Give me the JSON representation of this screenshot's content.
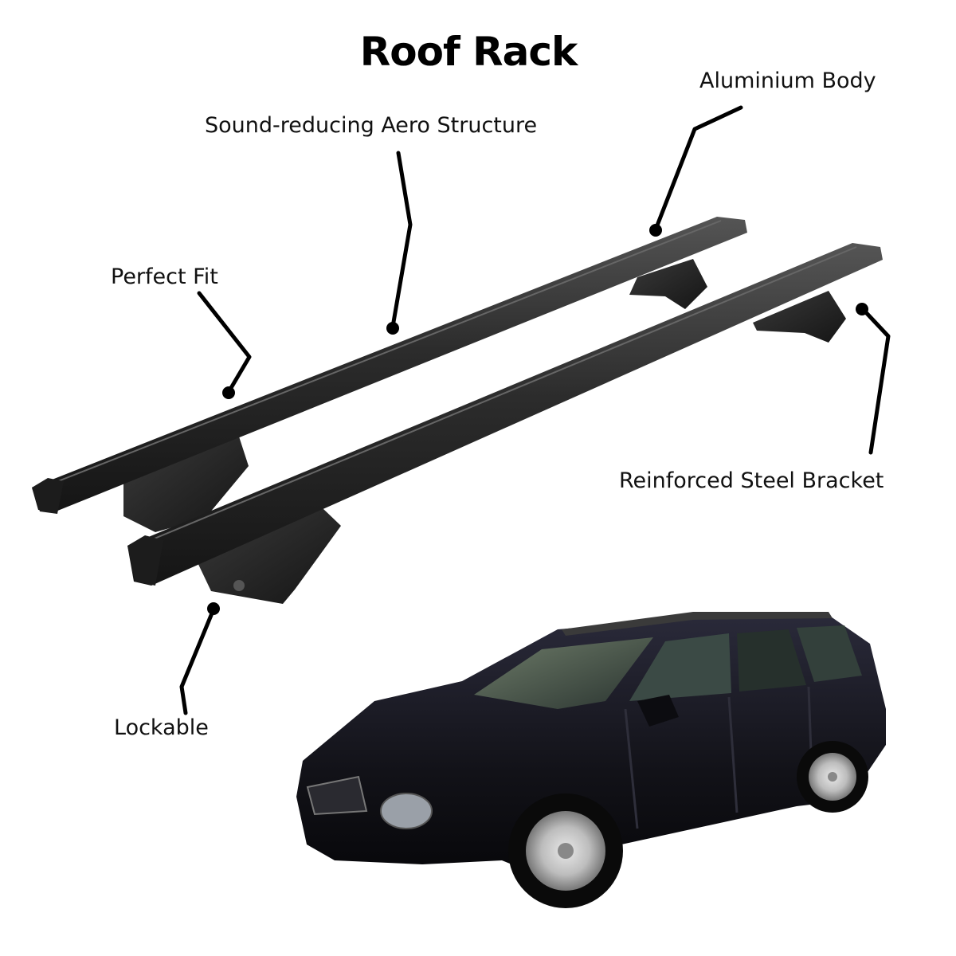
{
  "title": "Roof Rack",
  "callouts": {
    "aluminium_body": "Aluminium Body",
    "aero_structure": "Sound-reducing Aero Structure",
    "perfect_fit": "Perfect Fit",
    "steel_bracket": "Reinforced Steel Bracket",
    "lockable": "Lockable"
  },
  "colors": {
    "bar": "#2a2a2a",
    "leader_line": "#000000",
    "car_body": "#141420"
  }
}
